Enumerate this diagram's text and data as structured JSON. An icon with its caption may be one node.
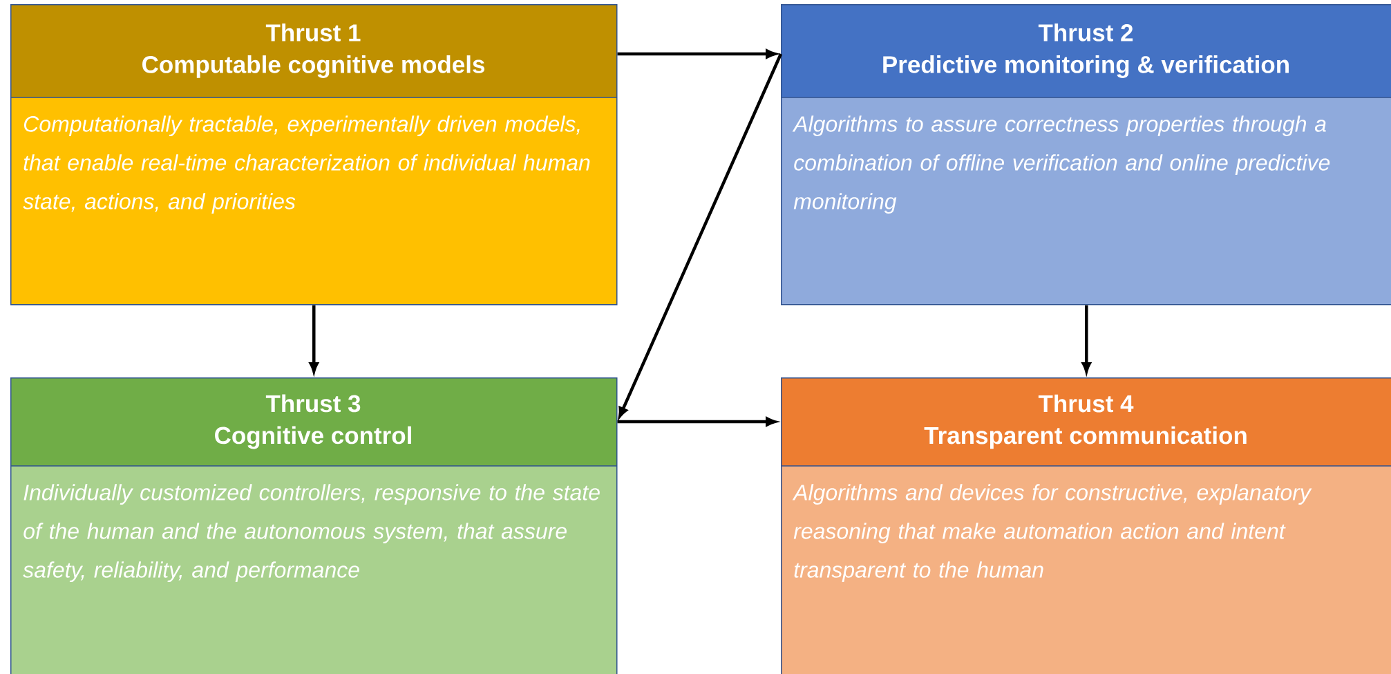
{
  "diagram": {
    "nodes": [
      {
        "text": [
          "Thrust 1",
          "Computable cognitive models",
          "Computationally tractable, experimentally driven models, that enable real-time characterization of individual human state, actions, and priorities"
        ]
      },
      {
        "text": [
          "Thrust 2",
          "Predictive monitoring & verification",
          "Algorithms to assure correctness properties through a combination of offline verification and online predictive monitoring"
        ]
      },
      {
        "text": [
          "Thrust 3",
          "Cognitive control",
          "Individually customized controllers, responsive to the state of the human and the autonomous system, that assure safety, reliability, and performance"
        ]
      },
      {
        "text": [
          "Thrust 4",
          "Transparent communication",
          "Algorithms and devices for constructive, explanatory reasoning that make automation action and intent transparent to the human"
        ]
      }
    ],
    "edges": [
      {
        "from": 0,
        "to": 1,
        "arrow": "to"
      },
      {
        "from": 0,
        "to": 2,
        "arrow": "to"
      },
      {
        "from": 1,
        "to": 2,
        "arrow": "to"
      },
      {
        "from": 2,
        "to": 3,
        "arrow": "to"
      },
      {
        "from": 1,
        "to": 3,
        "arrow": "to"
      }
    ]
  }
}
